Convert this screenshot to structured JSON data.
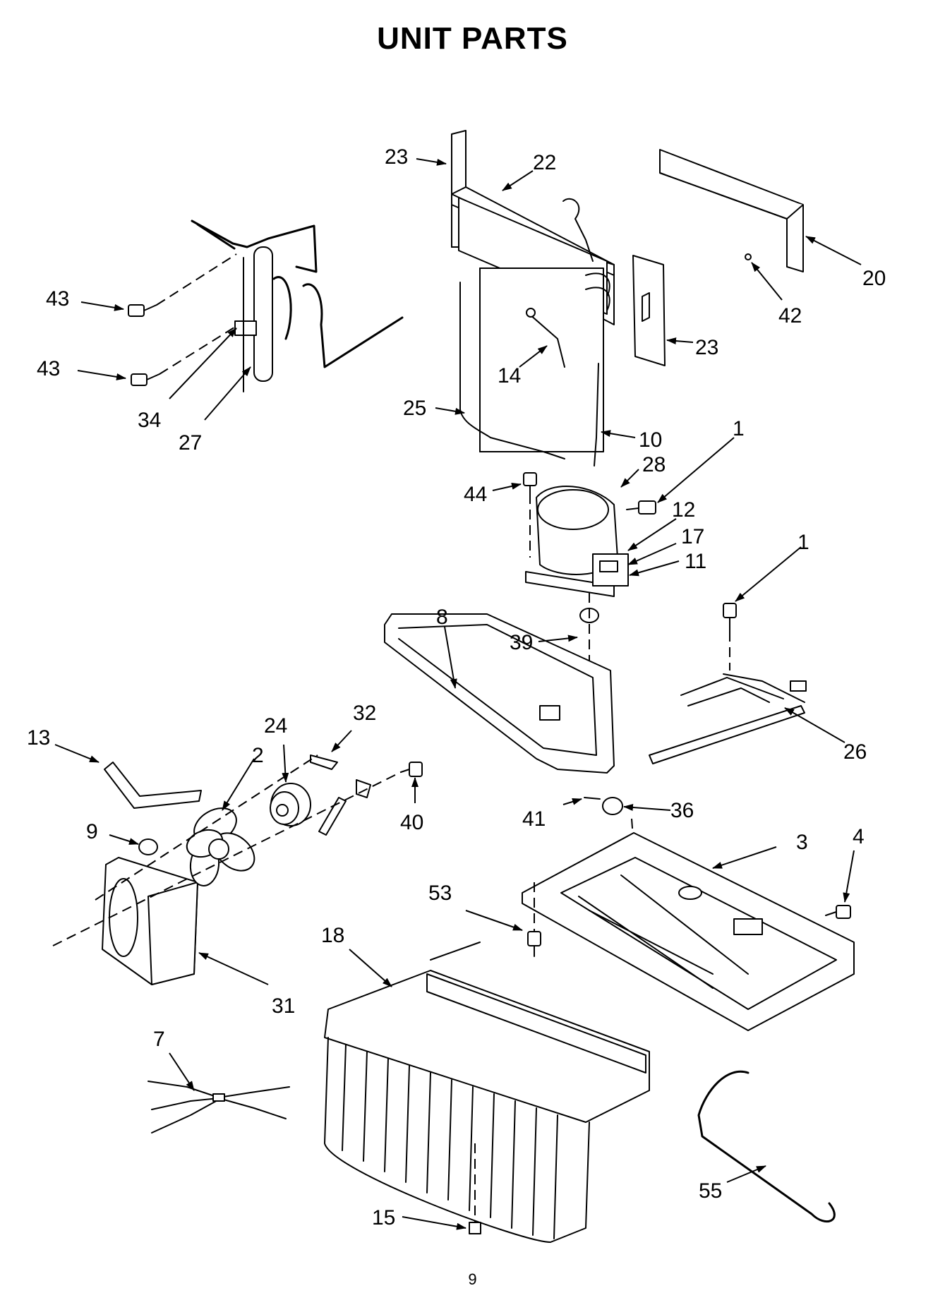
{
  "title": "UNIT PARTS",
  "page_number": "9",
  "callouts": [
    "43",
    "43",
    "34",
    "27",
    "23",
    "22",
    "20",
    "42",
    "23",
    "14",
    "25",
    "10",
    "1",
    "28",
    "44",
    "12",
    "17",
    "11",
    "1",
    "8",
    "39",
    "26",
    "13",
    "24",
    "32",
    "2",
    "40",
    "9",
    "41",
    "36",
    "3",
    "4",
    "53",
    "31",
    "18",
    "7",
    "15",
    "55"
  ]
}
